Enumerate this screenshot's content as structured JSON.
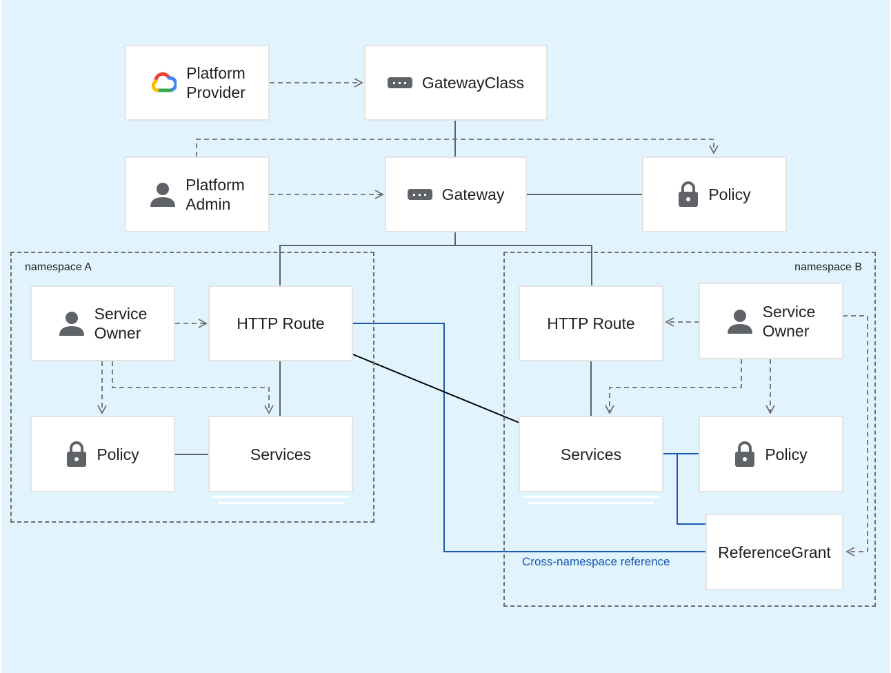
{
  "nodes": {
    "platform_provider": {
      "line1": "Platform",
      "line2": "Provider",
      "icon": "google-cloud-icon"
    },
    "gateway_class": {
      "label": "GatewayClass",
      "icon": "gateway-icon"
    },
    "platform_admin": {
      "line1": "Platform",
      "line2": "Admin",
      "icon": "person-icon"
    },
    "gateway": {
      "label": "Gateway",
      "icon": "gateway-icon"
    },
    "policy_top": {
      "label": "Policy",
      "icon": "lock-icon"
    },
    "ns_a": {
      "label": "namespace A",
      "service_owner": {
        "line1": "Service",
        "line2": "Owner",
        "icon": "person-icon"
      },
      "http_route": {
        "label": "HTTP Route"
      },
      "policy": {
        "label": "Policy",
        "icon": "lock-icon"
      },
      "services": {
        "label": "Services"
      }
    },
    "ns_b": {
      "label": "namespace B",
      "http_route": {
        "label": "HTTP Route"
      },
      "service_owner": {
        "line1": "Service",
        "line2": "Owner",
        "icon": "person-icon"
      },
      "services": {
        "label": "Services"
      },
      "policy": {
        "label": "Policy",
        "icon": "lock-icon"
      },
      "reference_grant": {
        "label": "ReferenceGrant"
      }
    }
  },
  "cross_namespace_label": "Cross-namespace reference",
  "colors": {
    "background": "#e1f4fd",
    "box_fill": "#ffffff",
    "box_border": "#e3e3e3",
    "connector": "#5f6368",
    "dashed_arrow": "#6d6d6d",
    "cross_namespace": "#1a57b0",
    "route_link": "#000000",
    "icon": "#5f6368"
  }
}
